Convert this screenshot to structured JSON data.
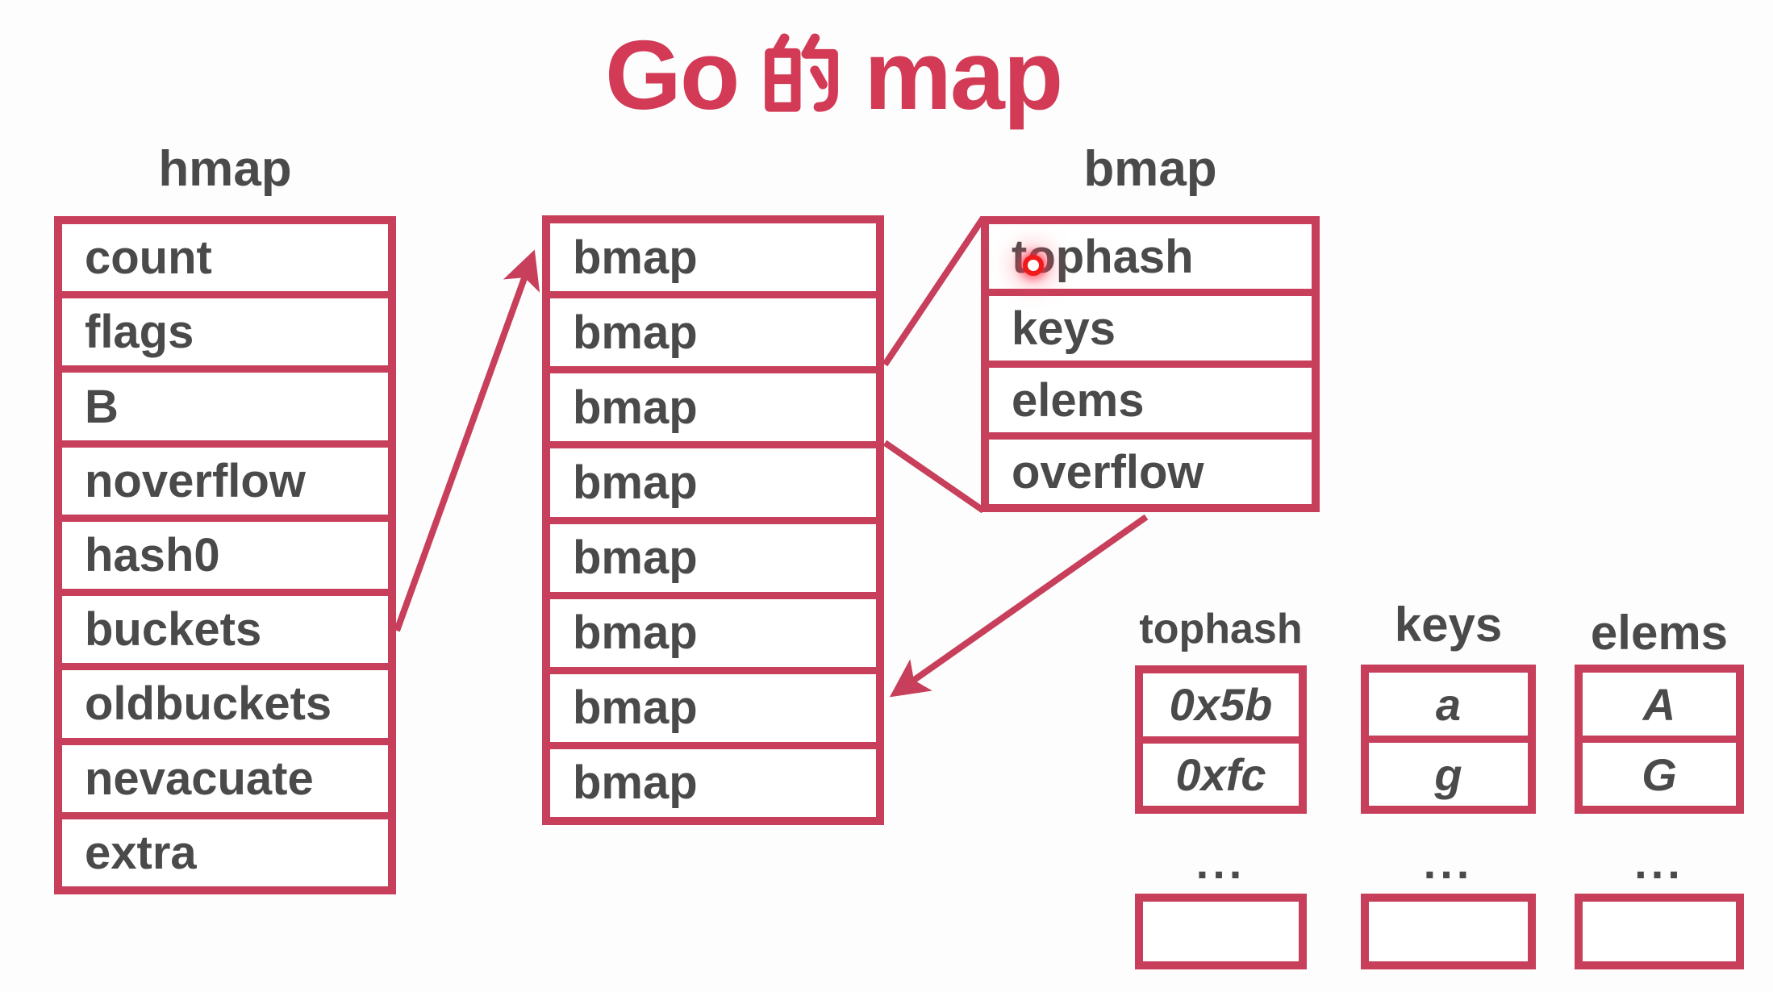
{
  "title": "Go 的 map",
  "title_parts": {
    "left": "Go",
    "middle_char": "的",
    "right": "map"
  },
  "hmap": {
    "label": "hmap",
    "fields": [
      "count",
      "flags",
      "B",
      "noverflow",
      "hash0",
      "buckets",
      "oldbuckets",
      "nevacuate",
      "extra"
    ]
  },
  "buckets_array": {
    "rows": [
      "bmap",
      "bmap",
      "bmap",
      "bmap",
      "bmap",
      "bmap",
      "bmap",
      "bmap"
    ]
  },
  "bmap_struct": {
    "label": "bmap",
    "fields": [
      "tophash",
      "keys",
      "elems",
      "overflow"
    ]
  },
  "bucket_detail": {
    "tophash": {
      "header": "tophash",
      "values": [
        "0x5b",
        "0xfc"
      ],
      "ellipsis": "..."
    },
    "keys": {
      "header": "keys",
      "values": [
        "a",
        "g"
      ],
      "ellipsis": "..."
    },
    "elems": {
      "header": "elems",
      "values": [
        "A",
        "G"
      ],
      "ellipsis": "..."
    }
  },
  "colors": {
    "accent": "#C73F5A",
    "title": "#D23A55",
    "text": "#4A4A4A",
    "laser": "#F01A1A",
    "bg": "#FDFDFD"
  }
}
